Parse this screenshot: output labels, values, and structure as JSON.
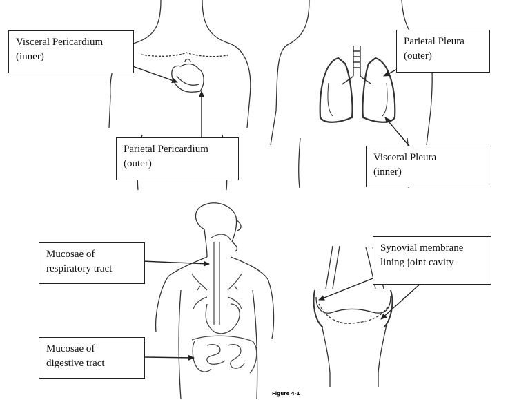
{
  "labels": {
    "visceral_pericardium": [
      "Visceral Pericardium",
      "(inner)"
    ],
    "parietal_pericardium": [
      "Parietal Pericardium",
      "(outer)"
    ],
    "parietal_pleura": [
      "Parietal Pleura",
      "(outer)"
    ],
    "visceral_pleura": [
      "Visceral Pleura",
      "(inner)"
    ],
    "mucosae_respiratory": [
      "Mucosae of",
      "respiratory tract"
    ],
    "mucosae_digestive": [
      "Mucosae of",
      "digestive tract"
    ],
    "synovial_membrane": [
      "Synovial membrane",
      "lining joint cavity"
    ]
  },
  "caption": "Figure 4-1",
  "colors": {
    "line": "#333333",
    "box_border": "#222222",
    "text": "#111111",
    "background": "#ffffff"
  }
}
